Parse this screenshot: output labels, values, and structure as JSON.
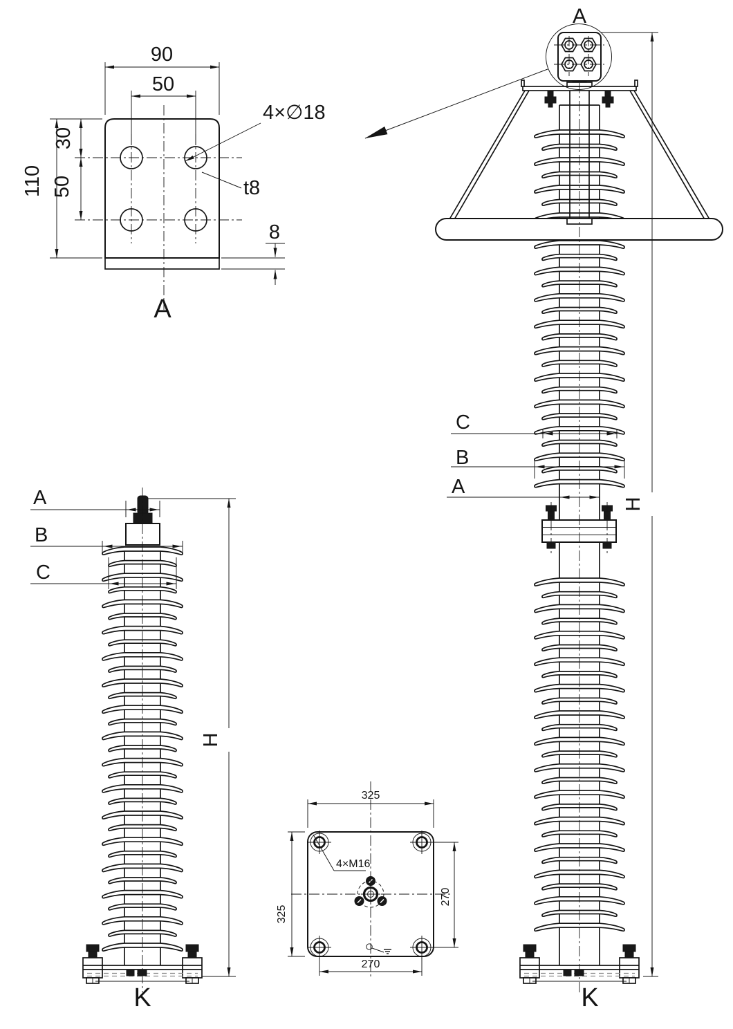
{
  "detail_plate": {
    "view_label": "A",
    "dim_width": "90",
    "dim_hole_span": "50",
    "dim_top_offset": "30",
    "dim_hole_pitch": "50",
    "dim_height": "110",
    "hole_callout": "4×∅18",
    "thickness_callout": "t8",
    "dim_thickness": "8"
  },
  "tall_view": {
    "detail_label": "A",
    "dim_small_shed": "C",
    "dim_large_shed": "B",
    "dim_core": "A",
    "dim_height": "H",
    "base_label": "K"
  },
  "short_view": {
    "dim_terminal": "A",
    "dim_large_shed": "B",
    "dim_small_shed": "C",
    "dim_height": "H",
    "base_label": "K"
  },
  "base_view": {
    "dim_width": "325",
    "dim_height": "325",
    "dim_bolt_pitch_v": "270",
    "dim_bolt_pitch_h": "270",
    "bolt_callout": "4×M16"
  },
  "colors": {
    "line": "#141414",
    "background": "#ffffff",
    "hidden_line": "#8a8a8a"
  }
}
